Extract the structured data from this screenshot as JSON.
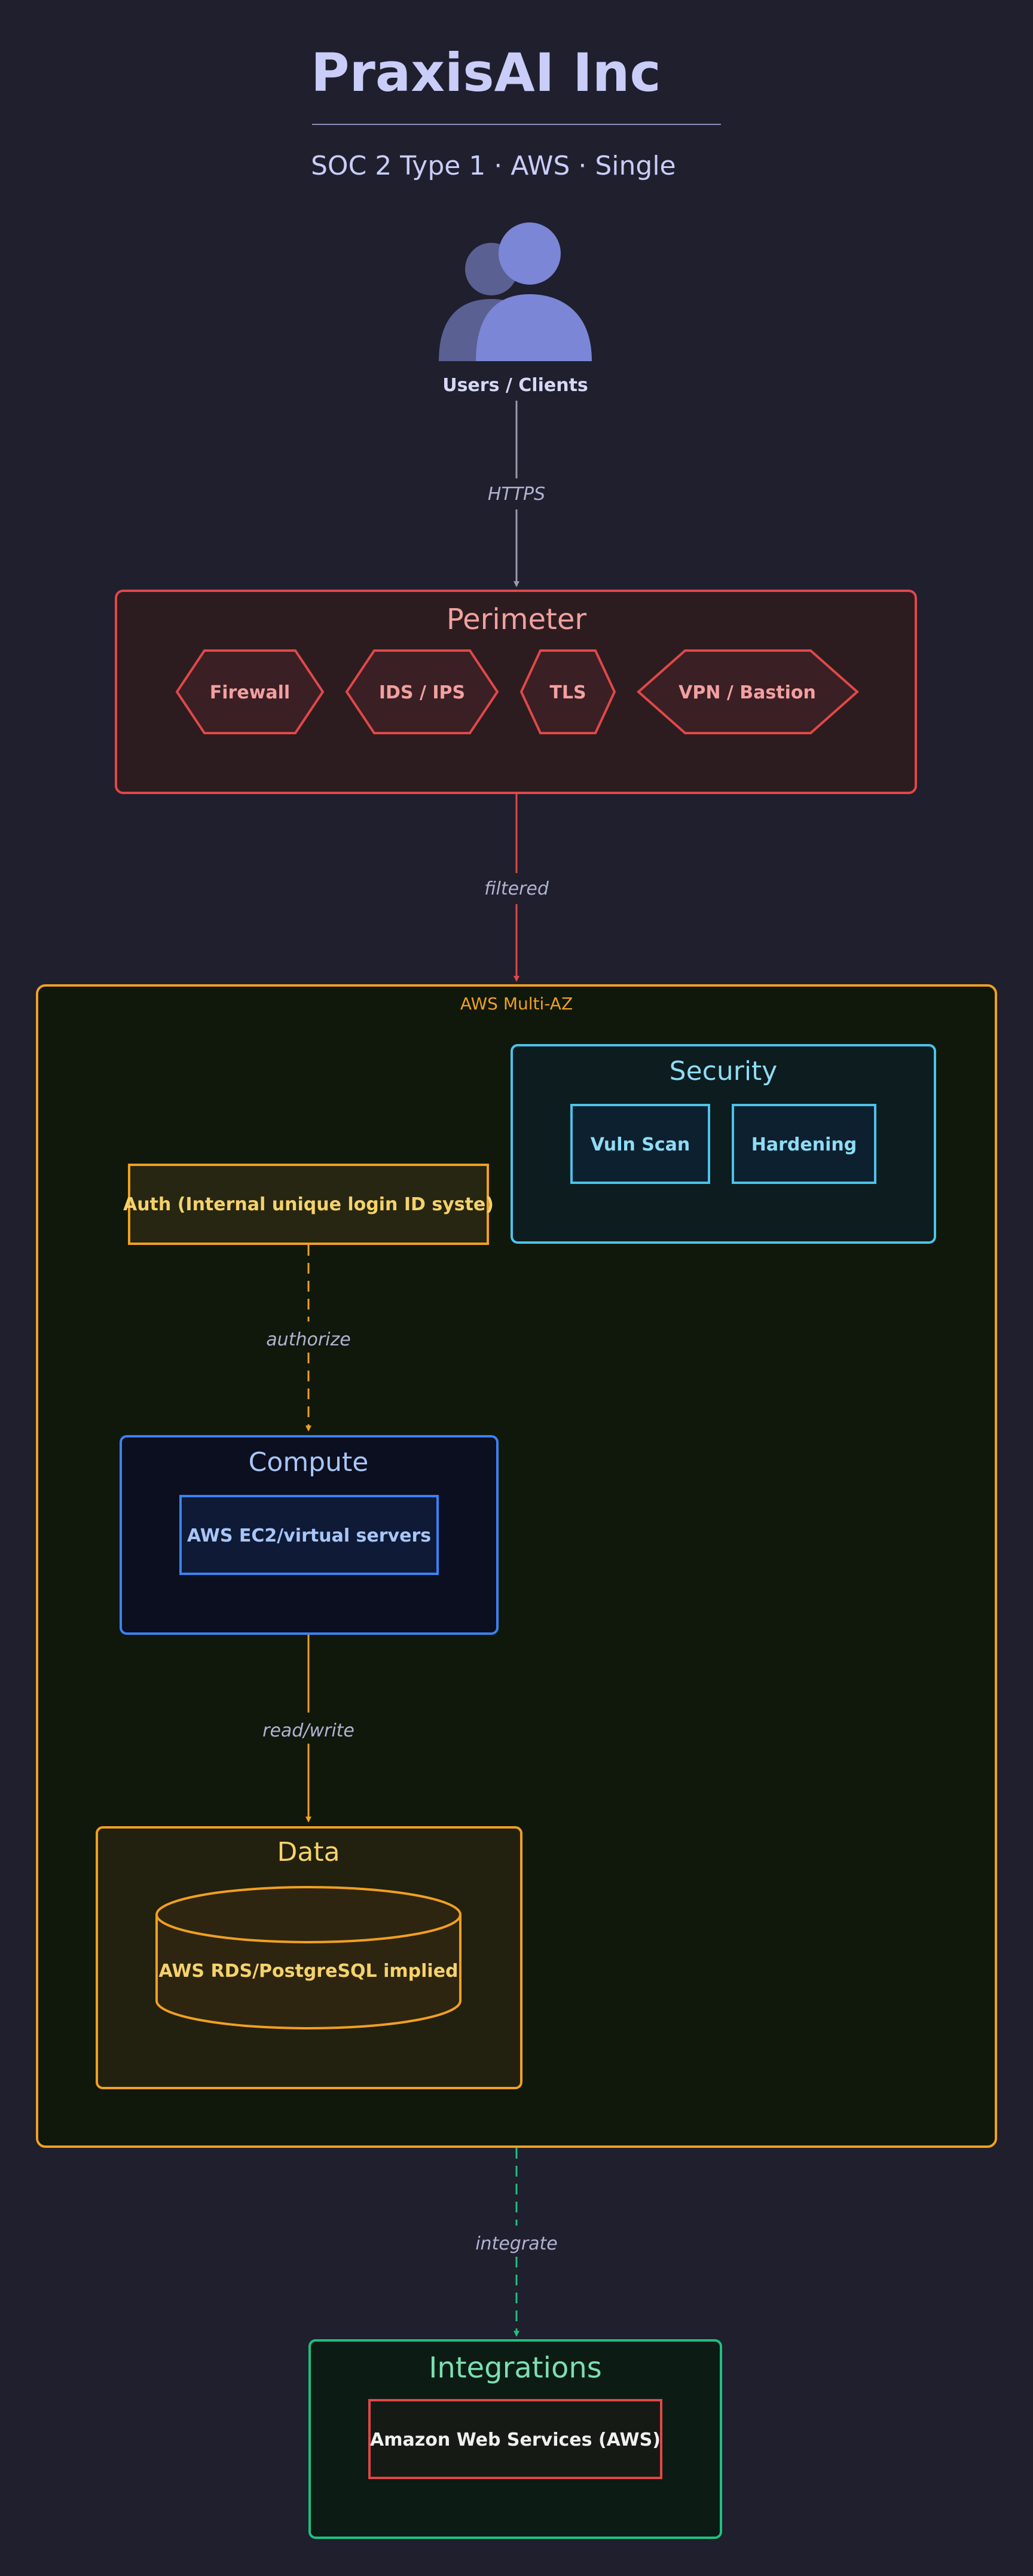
{
  "header": {
    "title": "PraxisAI Inc",
    "subtitle": "SOC 2 Type 1 · AWS · Single"
  },
  "users": {
    "label": "Users / Clients",
    "icon": "users-icon"
  },
  "edges": {
    "https": "HTTPS",
    "filtered": "filtered",
    "authorize": "authorize",
    "read_write": "read/write",
    "integrate": "integrate"
  },
  "perimeter": {
    "title": "Perimeter",
    "items": [
      "Firewall",
      "IDS / IPS",
      "TLS",
      "VPN / Bastion"
    ]
  },
  "aws": {
    "label": "AWS Multi-AZ"
  },
  "security": {
    "title": "Security",
    "items": [
      "Vuln Scan",
      "Hardening"
    ]
  },
  "auth": {
    "label": "Auth (Internal unique login ID syste)"
  },
  "compute": {
    "title": "Compute",
    "items": [
      "AWS EC2/virtual servers"
    ]
  },
  "data": {
    "title": "Data",
    "items": [
      "AWS RDS/PostgreSQL implied"
    ]
  },
  "integrations": {
    "title": "Integrations",
    "items": [
      "Amazon Web Services (AWS)"
    ]
  },
  "colors": {
    "background": "#1f1f2e",
    "text_light": "#d6d9f5",
    "perimeter": "#e04848",
    "aws": "#f0a020",
    "security": "#4cc3e8",
    "compute": "#3b82f6",
    "data": "#f0a020",
    "integrations": "#20c080",
    "edge_gray": "#9a9aaa"
  }
}
